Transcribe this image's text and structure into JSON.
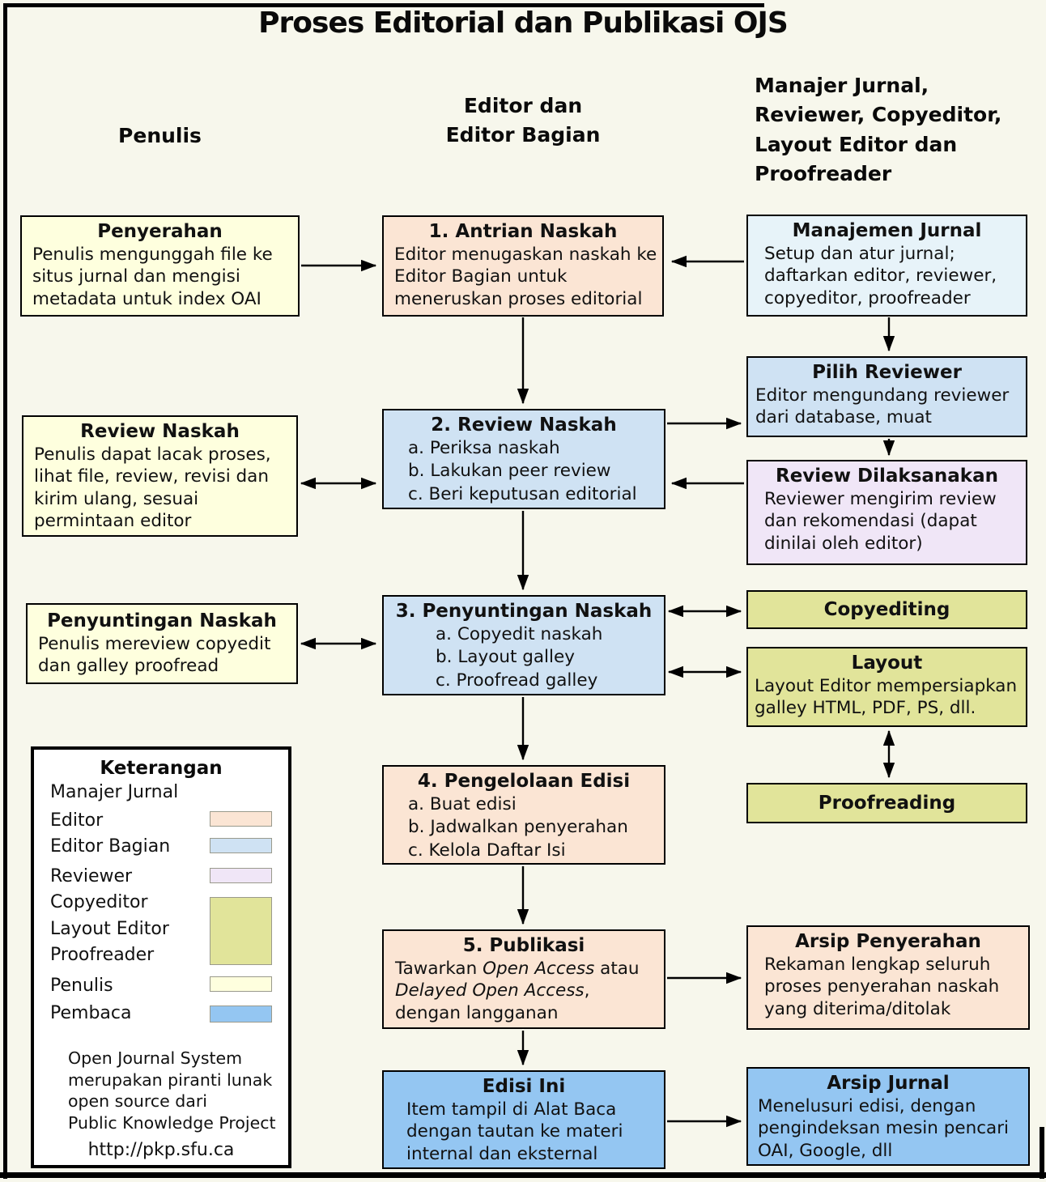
{
  "title": "Proses Editorial dan Publikasi OJS",
  "columns": {
    "left": "Penulis",
    "middle": "Editor dan\nEditor Bagian",
    "right": "Manajer Jurnal,\nReviewer, Copyeditor,\nLayout Editor dan\nProofreader"
  },
  "colors": {
    "background": "#f7f7ec",
    "editor_peach": "#fbe5d4",
    "editor_bagian_blue": "#cfe2f3",
    "manajer_jurnal_cyan": "#e7f3f9",
    "reviewer_lavender": "#f0e6f7",
    "copyeditor_olive": "#e1e49a",
    "penulis_cream": "#feffde",
    "pembaca_blue": "#94c6f2",
    "legend_bg": "#ffffff",
    "line": "#000000"
  },
  "boxes": {
    "penyerahan": {
      "title": "Penyerahan",
      "body": "Penulis mengunggah file ke situs jurnal dan mengisi metadata untuk index OAI"
    },
    "antrian": {
      "title": "1. Antrian Naskah",
      "body": "Editor menugaskan naskah ke Editor Bagian untuk meneruskan proses editorial"
    },
    "manajemen": {
      "title": "Manajemen Jurnal",
      "body": "Setup dan atur jurnal; daftarkan editor, reviewer, copyeditor, proofreader"
    },
    "review_naskah_kiri": {
      "title": "Review Naskah",
      "body": "Penulis dapat lacak proses, lihat file, review, revisi dan kirim ulang, sesuai permintaan editor"
    },
    "review_naskah": {
      "title": "2. Review Naskah",
      "items": [
        "a. Periksa naskah",
        "b. Lakukan peer review",
        "c. Beri keputusan editorial"
      ]
    },
    "pilih_reviewer": {
      "title": "Pilih Reviewer",
      "body": "Editor mengundang reviewer dari database, muat"
    },
    "review_dilaksanakan": {
      "title": "Review Dilaksanakan",
      "body": "Reviewer mengirim review dan rekomendasi (dapat dinilai oleh editor)"
    },
    "penyuntingan_kiri": {
      "title": "Penyuntingan Naskah",
      "body": "Penulis mereview copyedit dan galley proofread"
    },
    "penyuntingan": {
      "title": "3. Penyuntingan Naskah",
      "items": [
        "a. Copyedit naskah",
        "b. Layout galley",
        "c. Proofread galley"
      ]
    },
    "copyediting": {
      "title": "Copyediting"
    },
    "layout": {
      "title": "Layout",
      "body": "Layout Editor mempersiapkan galley HTML, PDF, PS, dll."
    },
    "proofreading": {
      "title": "Proofreading"
    },
    "pengelolaan": {
      "title": "4. Pengelolaan Edisi",
      "items": [
        "a. Buat edisi",
        "b. Jadwalkan penyerahan",
        "c. Kelola Daftar Isi"
      ]
    },
    "publikasi": {
      "title": "5. Publikasi",
      "body_parts": {
        "t1": "Tawarkan ",
        "i1": "Open Access",
        "t2": " atau ",
        "i2": "Delayed Open Access",
        "t3": ", dengan langganan"
      }
    },
    "arsip_penyerahan": {
      "title": "Arsip Penyerahan",
      "body": "Rekaman lengkap seluruh proses penyerahan naskah yang diterima/ditolak"
    },
    "edisi_ini": {
      "title": "Edisi Ini",
      "body": "Item tampil di Alat Baca dengan tautan ke materi internal dan eksternal"
    },
    "arsip_jurnal": {
      "title": "Arsip Jurnal",
      "body": "Menelusuri edisi, dengan pengindeksan mesin pencari OAI, Google, dll"
    }
  },
  "legend": {
    "title": "Keterangan",
    "entries": [
      {
        "label": "Manajer Jurnal"
      },
      {
        "label": "Editor"
      },
      {
        "label": "Editor Bagian"
      },
      {
        "label": "Reviewer"
      },
      {
        "label": "Copyeditor"
      },
      {
        "label": "Layout Editor"
      },
      {
        "label": "Proofreader"
      },
      {
        "label": "Penulis"
      },
      {
        "label": "Pembaca"
      }
    ],
    "note": "Open Journal System\nmerupakan piranti lunak\nopen source dari\nPublic Knowledge Project",
    "url": "http://pkp.sfu.ca"
  }
}
